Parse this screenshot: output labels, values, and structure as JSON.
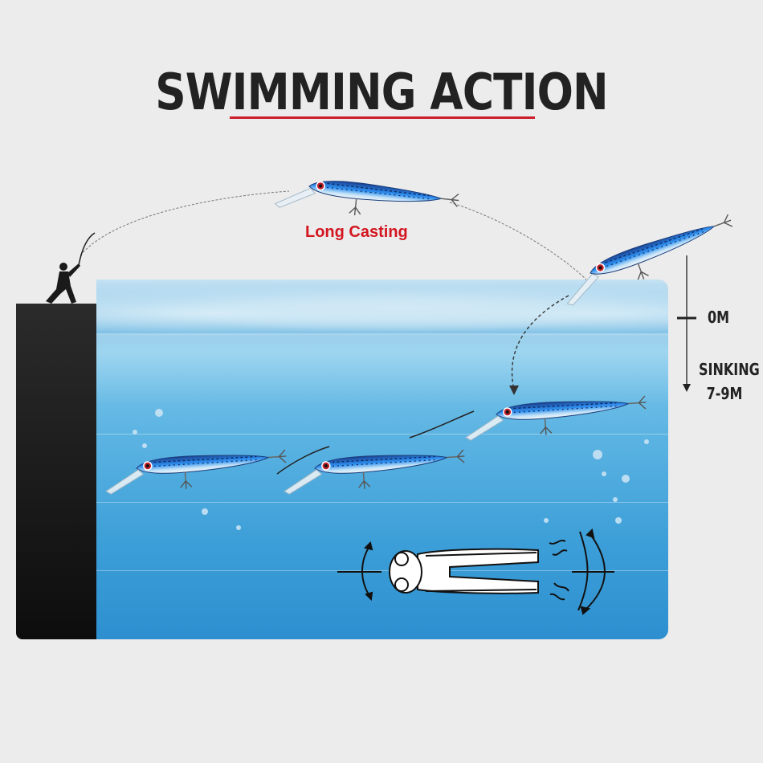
{
  "title": "SWIMMING ACTION",
  "cast_label": "Long Casting",
  "depth": {
    "surface": "0M",
    "sinking_line1": "SINKING",
    "sinking_line2": "7-9M"
  },
  "colors": {
    "title": "#222222",
    "accent_red": "#cc1e2c",
    "lure_blue": "#1e78d8",
    "water": "#4aa6dd",
    "pier": "#1c1c1c"
  },
  "icons": [
    "angler-silhouette",
    "lure-icon",
    "swing-motion-icon"
  ]
}
